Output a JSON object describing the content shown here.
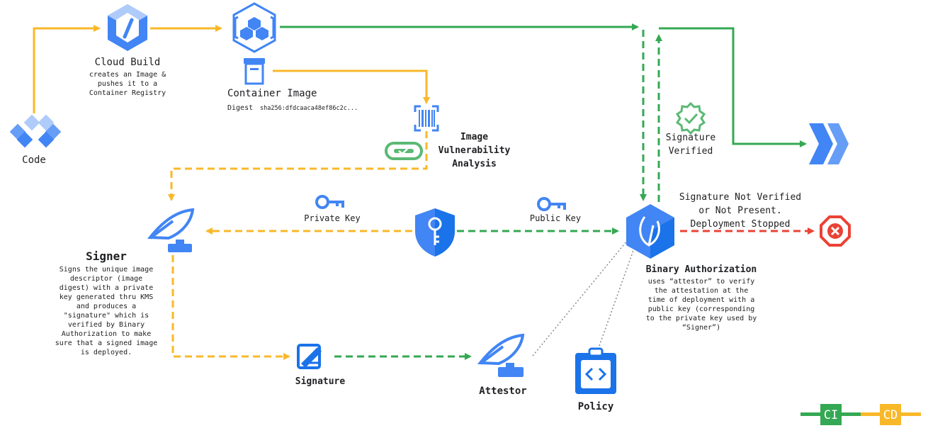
{
  "nodes": {
    "code": {
      "label": "Code"
    },
    "cloud_build": {
      "title": "Cloud Build",
      "desc": "creates an Image &\npushes it to a\nContainer Registry"
    },
    "container_image": {
      "title": "Container Image",
      "digest_label": "Digest",
      "digest_value": "sha256:dfdcaaca48ef86c2c..."
    },
    "vulnerability": {
      "title": "Image\nVulnerability\nAnalysis"
    },
    "signer": {
      "title": "Signer",
      "desc": "Signs the unique image\ndescriptor (image\ndigest) with a private\nkey generated thru KMS\nand produces a\n\"signature\" which is\nverified by Binary\nAuthorization to make\nsure that a signed image\nis deployed."
    },
    "private_key": {
      "label": "Private Key"
    },
    "public_key": {
      "label": "Public Key"
    },
    "signature": {
      "label": "Signature"
    },
    "attestor": {
      "label": "Attestor"
    },
    "policy": {
      "label": "Policy"
    },
    "binary_auth": {
      "title": "Binary Authorization",
      "desc": "uses “attestor” to verify\nthe attestation at the\ntime of deployment with a\npublic key (corresponding\nto the private key used by\n“Signer”)"
    },
    "verified": {
      "label": "Signature\nVerified"
    },
    "not_verified": {
      "label": "Signature Not Verified\nor Not Present.\nDeployment Stopped"
    }
  },
  "legend": {
    "ci": "CI",
    "cd": "CD"
  },
  "colors": {
    "ci": "#34a853",
    "cd": "#fbbc04",
    "blue": "#4285f4",
    "dark_blue": "#1a73e8",
    "red": "#ea4335",
    "line_cd": "#f9b829",
    "line_ci": "#34a853"
  }
}
